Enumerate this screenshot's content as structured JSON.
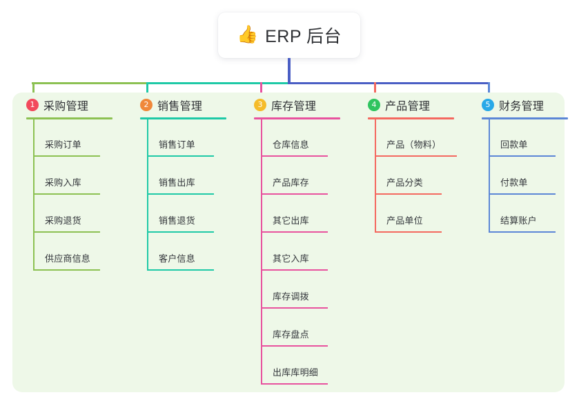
{
  "root": {
    "icon": "thumbs-up-icon",
    "icon_glyph": "👍",
    "title": "ERP 后台"
  },
  "palette": {
    "panel_bg": "#eef8e8",
    "trunk": "#4a5ec4",
    "text": "#2f3135"
  },
  "columns": [
    {
      "number": "1",
      "title": "采购管理",
      "badge_color": "#f2495c",
      "line_color": "#8cc152",
      "items": [
        {
          "label": "采购订单"
        },
        {
          "label": "采购入库"
        },
        {
          "label": "采购退货"
        },
        {
          "label": "供应商信息"
        }
      ]
    },
    {
      "number": "2",
      "title": "销售管理",
      "badge_color": "#f0883a",
      "line_color": "#1ec9a6",
      "items": [
        {
          "label": "销售订单"
        },
        {
          "label": "销售出库"
        },
        {
          "label": "销售退货"
        },
        {
          "label": "客户信息"
        }
      ]
    },
    {
      "number": "3",
      "title": "库存管理",
      "badge_color": "#f5bc2a",
      "line_color": "#e8529e",
      "items": [
        {
          "label": "仓库信息"
        },
        {
          "label": "产品库存"
        },
        {
          "label": "其它出库"
        },
        {
          "label": "其它入库"
        },
        {
          "label": "库存调拨"
        },
        {
          "label": "库存盘点"
        },
        {
          "label": "出库库明细"
        }
      ]
    },
    {
      "number": "4",
      "title": "产品管理",
      "badge_color": "#2fc45f",
      "line_color": "#f4685f",
      "items": [
        {
          "label": "产品（物料）",
          "wide": true
        },
        {
          "label": "产品分类"
        },
        {
          "label": "产品单位"
        }
      ]
    },
    {
      "number": "5",
      "title": "财务管理",
      "badge_color": "#28a9e8",
      "line_color": "#5b86d6",
      "items": [
        {
          "label": "回款单"
        },
        {
          "label": "付款单"
        },
        {
          "label": "结算账户"
        }
      ]
    }
  ]
}
